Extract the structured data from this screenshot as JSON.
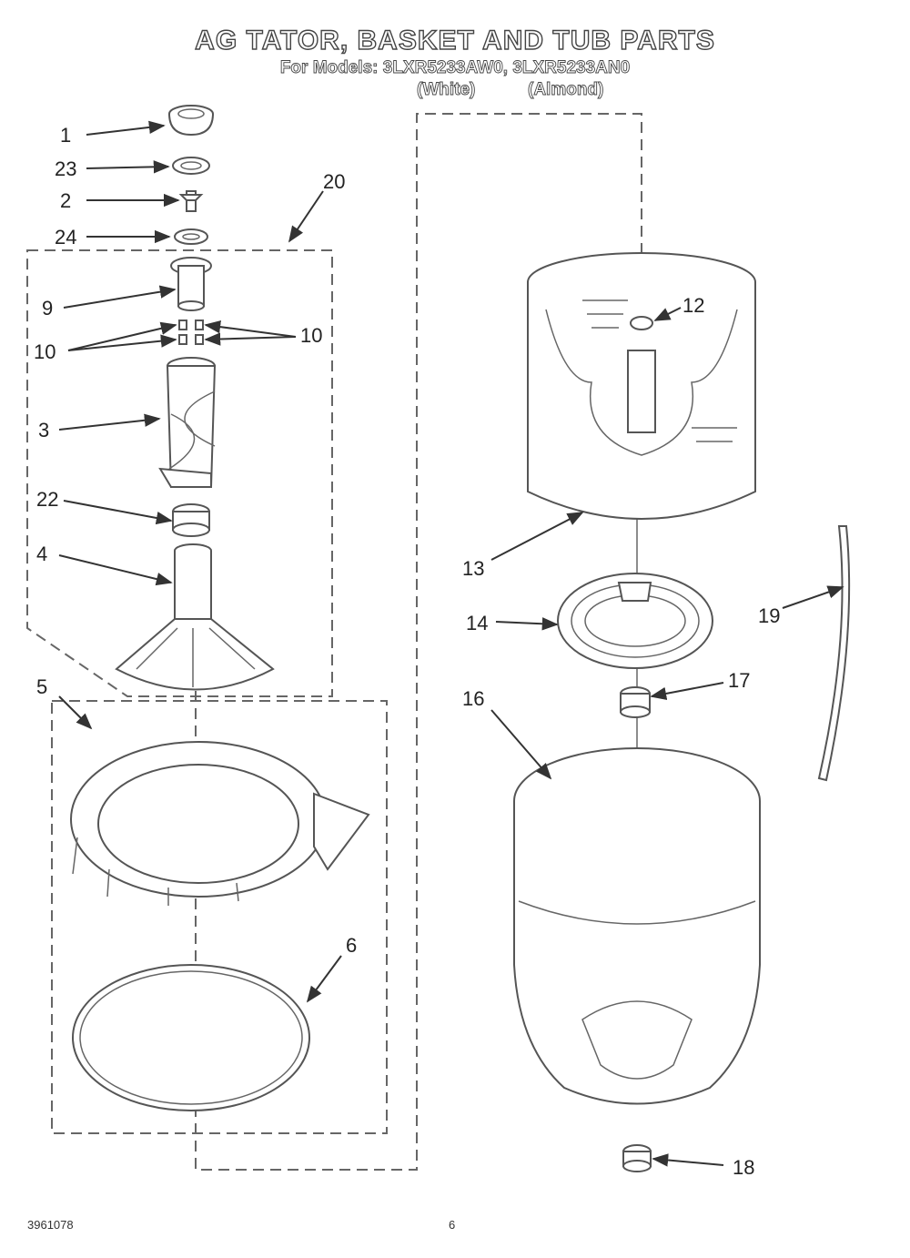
{
  "header": {
    "title": "AG TATOR, BASKET AND TUB PARTS",
    "models_line": "For Models: 3LXR5233AW0, 3LXR5233AN0",
    "color_white": "(White)",
    "color_almond": "(Almond)"
  },
  "footer": {
    "part_number": "3961078",
    "page_number": "6"
  },
  "callouts": {
    "c1": "1",
    "c23": "23",
    "c2": "2",
    "c24": "24",
    "c20": "20",
    "c9": "9",
    "c10a": "10",
    "c10b": "10",
    "c3": "3",
    "c22": "22",
    "c4": "4",
    "c5": "5",
    "c6": "6",
    "c12": "12",
    "c13": "13",
    "c14": "14",
    "c19": "19",
    "c16": "16",
    "c17": "17",
    "c18": "18"
  },
  "colors": {
    "line": "#555555",
    "background": "#ffffff"
  }
}
